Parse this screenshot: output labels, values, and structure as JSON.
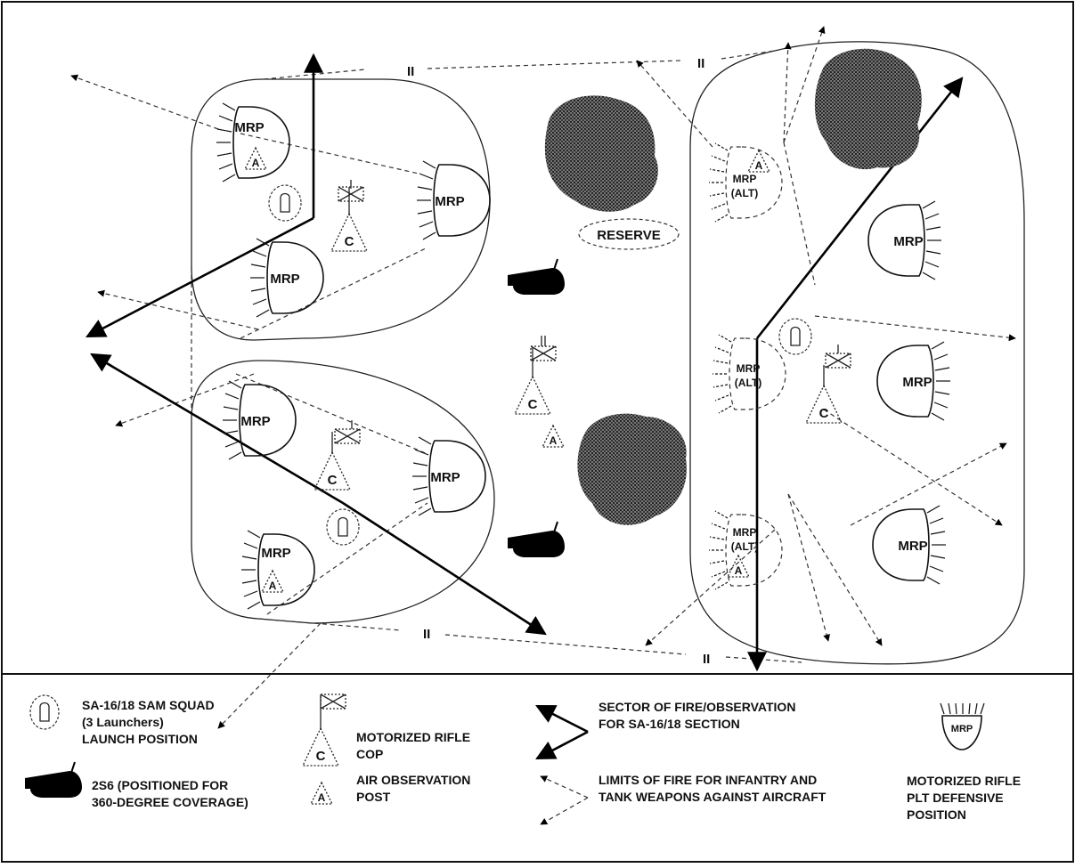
{
  "labels": {
    "mrp": "MRP",
    "mrp_alt_line1": "MRP",
    "mrp_alt_line2": "(ALT)",
    "reserve": "RESERVE",
    "boundary": "II",
    "cop_letter": "C",
    "obs_letter": "A"
  },
  "legend": {
    "sam": [
      "SA-16/18  SAM SQUAD",
      "(3 Launchers)",
      "LAUNCH POSITION"
    ],
    "cop": [
      "MOTORIZED RIFLE",
      "COP"
    ],
    "sector": [
      "SECTOR OF FIRE/OBSERVATION",
      "FOR SA-16/18 SECTION"
    ],
    "mrp_symbol": "MRP",
    "mrp_def": [
      "MOTORIZED RIFLE",
      "PLT DEFENSIVE",
      "POSITION"
    ],
    "tank": [
      "2S6 (POSITIONED FOR",
      "360-DEGREE COVERAGE)"
    ],
    "air_obs": [
      "AIR OBSERVATION",
      "POST"
    ],
    "limits": [
      "LIMITS OF FIRE FOR INFANTRY AND",
      "TANK WEAPONS AGAINST AIRCRAFT"
    ]
  }
}
